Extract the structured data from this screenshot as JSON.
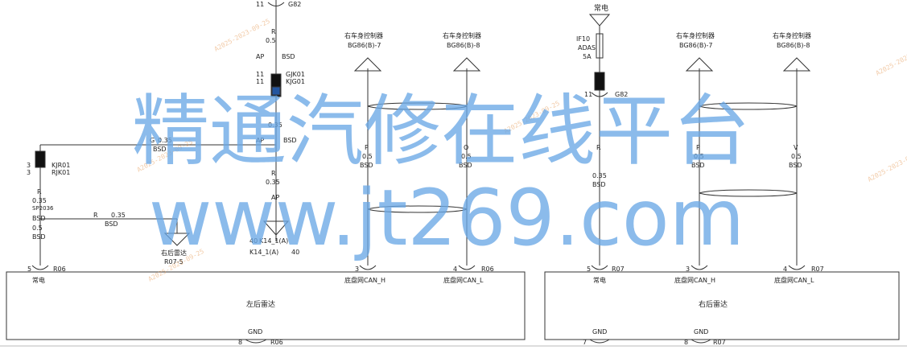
{
  "modules": {
    "left": {
      "name": "左后雷达",
      "gnd": "GND",
      "gnd_pin": "8",
      "gnd_conn": "R06"
    },
    "right": {
      "name": "右后雷达",
      "gnd": "GND",
      "gnd_pin_a": "7",
      "gnd_pin_b": "8",
      "gnd_conn": "R07"
    }
  },
  "pins": {
    "l_power_label": "常电",
    "l_power_pin": "5",
    "l_power_conn": "R06",
    "l_canh_label": "底盘网CAN_H",
    "l_canh_pin": "3",
    "l_canl_label": "底盘网CAN_L",
    "l_canl_pin": "4",
    "l_canl_conn": "R06",
    "r_power_label": "常电",
    "r_power_pin": "5",
    "r_power_conn": "R07",
    "r_canh_label": "底盘网CAN_H",
    "r_canh_pin": "3",
    "r_canl_label": "底盘网CAN_L",
    "r_canl_pin": "4",
    "r_canl_conn": "R07"
  },
  "bcm": [
    {
      "title": "右车身控制器",
      "conn": "BG86(B)-7"
    },
    {
      "title": "右车身控制器",
      "conn": "BG86(B)-8"
    },
    {
      "title": "右车身控制器",
      "conn": "BG86(B)-7"
    },
    {
      "title": "右车身控制器",
      "conn": "BG86(B)-8"
    }
  ],
  "wires": {
    "w1": {
      "color": "P",
      "size": "0.5",
      "type": "BSD"
    },
    "w2": {
      "color": "O",
      "size": "0.5",
      "type": "BSD"
    },
    "w3": {
      "color": "P",
      "size": "0.5",
      "type": "BSD"
    },
    "w4": {
      "color": "V",
      "size": "0.5",
      "type": "BSD"
    },
    "w5": {
      "color": "R",
      "size": "0.35",
      "type": "BSD"
    }
  },
  "top_power": {
    "label": "常电",
    "fuse": "IF10",
    "fuse_desc": "ADAS",
    "fuse_rating": "5A",
    "pin": "11",
    "conn": "G82"
  },
  "center": {
    "top_pin": "11",
    "top_conn": "G82",
    "r_label": "R",
    "r_size": "0.5",
    "ap": "AP",
    "bsd": "BSD",
    "gjk_a": "GJK01",
    "gjk_b": "KJG01",
    "gjk_pin_a": "11",
    "gjk_pin_b": "11",
    "w_size": "0.35",
    "g_label": "G",
    "g_size": "0.35",
    "g_type": "BSD",
    "ap2": "AP",
    "bsd2": "BSD",
    "r2_label": "R",
    "r2_size": "0.35",
    "ap3": "AP",
    "k14_a": "K14_1(A)",
    "k14_pin_a": "40",
    "k14_b": "K14_1(A)",
    "k14_pin_b": "40"
  },
  "left_branch": {
    "pin_a": "3",
    "pin_b": "3",
    "conn_a": "KJR01",
    "conn_b": "RJK01",
    "r_label": "R",
    "r_size": "0.35",
    "splice": "SP2036",
    "bsd": "BSD",
    "o_size": "0.5",
    "o_type": "BSD",
    "r2_label": "R",
    "r2_size": "0.35",
    "r2_type": "BSD",
    "dest_label": "右后雷达",
    "dest_conn": "R07-5"
  },
  "watermark": {
    "main": "精通汽修在线平台",
    "url": "www.jt269.com",
    "stamp": "A2025-2023-09-25"
  }
}
